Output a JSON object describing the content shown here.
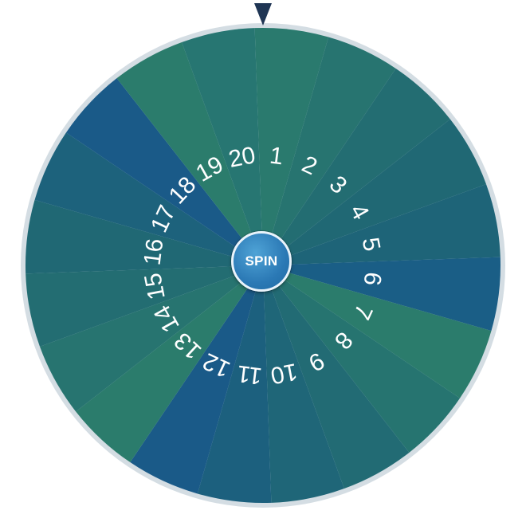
{
  "wheel": {
    "segments": [
      {
        "label": "1",
        "color": "#2a7a6e"
      },
      {
        "label": "2",
        "color": "#277470"
      },
      {
        "label": "3",
        "color": "#236d72"
      },
      {
        "label": "4",
        "color": "#206874"
      },
      {
        "label": "5",
        "color": "#1e6478"
      },
      {
        "label": "6",
        "color": "#1a5e86"
      },
      {
        "label": "7",
        "color": "#2b7c6c"
      },
      {
        "label": "8",
        "color": "#267470"
      },
      {
        "label": "9",
        "color": "#226b74"
      },
      {
        "label": "10",
        "color": "#1f6678"
      },
      {
        "label": "11",
        "color": "#1c607e"
      },
      {
        "label": "12",
        "color": "#1a5a88"
      },
      {
        "label": "13",
        "color": "#2b7c6c"
      },
      {
        "label": "14",
        "color": "#277470"
      },
      {
        "label": "15",
        "color": "#236d72"
      },
      {
        "label": "16",
        "color": "#206874"
      },
      {
        "label": "17",
        "color": "#1d627c"
      },
      {
        "label": "18",
        "color": "#1a5a88"
      },
      {
        "label": "19",
        "color": "#2b7c6c"
      },
      {
        "label": "20",
        "color": "#277672"
      }
    ],
    "rim_color": "#d4dde3",
    "label_color": "#ffffff"
  },
  "spin_button": {
    "label": "SPIN"
  },
  "pointer": {
    "color": "#1f3554"
  }
}
